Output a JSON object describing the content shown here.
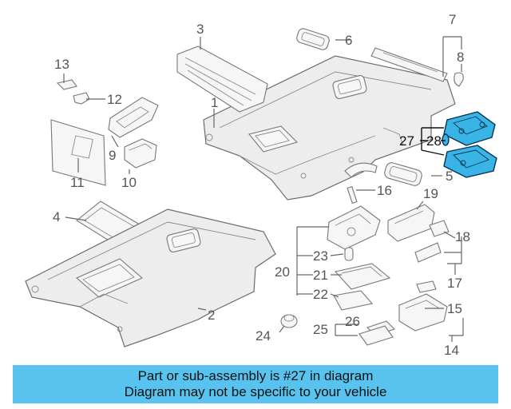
{
  "banner": {
    "line1": "Part or sub-assembly is #27 in diagram",
    "line2": "Diagram may not be specific to your vehicle"
  },
  "callouts": {
    "c1": "1",
    "c2": "2",
    "c3": "3",
    "c4": "4",
    "c5": "5",
    "c6": "6",
    "c7": "7",
    "c8": "8",
    "c9": "9",
    "c10": "10",
    "c11": "11",
    "c12": "12",
    "c13": "13",
    "c14": "14",
    "c15": "15",
    "c16": "16",
    "c17": "17",
    "c18": "18",
    "c19": "19",
    "c20": "20",
    "c21": "21",
    "c22": "22",
    "c23": "23",
    "c24": "24",
    "c25": "25",
    "c26": "26",
    "c27": "27",
    "c28": "28"
  },
  "colors": {
    "highlight": "#39b4e6",
    "banner": "#57c3ee"
  }
}
